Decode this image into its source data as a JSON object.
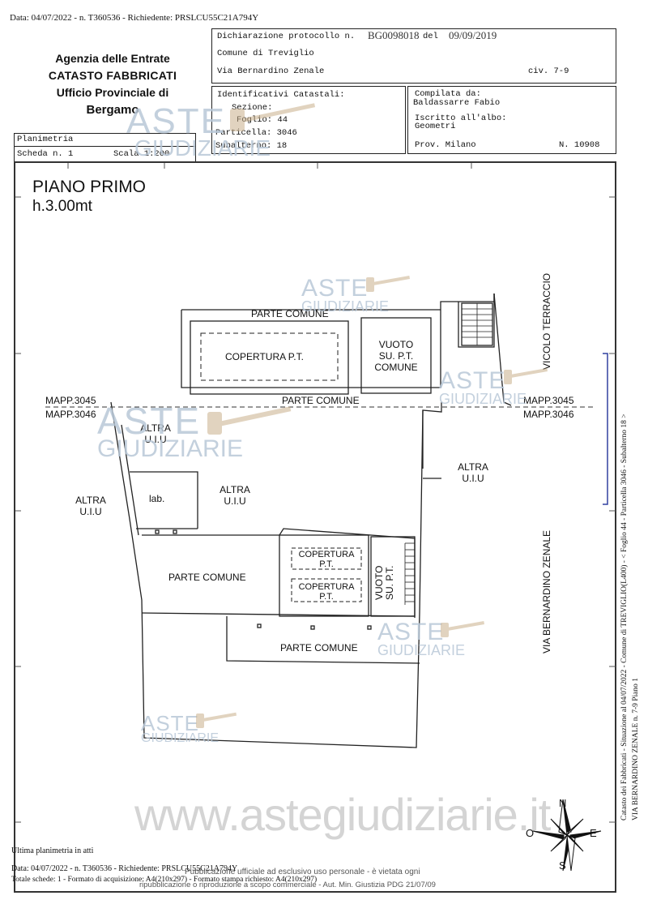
{
  "header": {
    "top_line": "Data: 04/07/2022 - n. T360536 - Richiedente: PRSLCU55C21A794Y",
    "agency": {
      "line1": "Agenzia delle Entrate",
      "line2": "CATASTO FABBRICATI",
      "line3": "Ufficio Provinciale di",
      "line4": "Bergamo"
    },
    "declaration_label": "Dichiarazione protocollo n.",
    "declaration_number": "BG0098018",
    "declaration_del": "del",
    "declaration_date": "09/09/2019",
    "comune": "Comune di Treviglio",
    "via": "Via Bernardino Zenale",
    "civico": "civ. 7-9",
    "ident_title": "Identificativi Catastali:",
    "sezione": "Sezione:",
    "foglio": "Foglio: 44",
    "particella": "Particella: 3046",
    "subalterno": "Subalterno: 18",
    "compilata_label": "Compilata da:",
    "compilata_name": "Baldassarre Fabio",
    "iscritto_label": "Iscritto all'albo:",
    "iscritto_value": "Geometri",
    "prov": "Prov. Milano",
    "numero": "N. 10908",
    "planimetria": "Planimetria",
    "scheda": "Scheda n. 1",
    "scala": "Scala 1:200"
  },
  "plan": {
    "title": "PIANO PRIMO",
    "height": "h.3.00mt",
    "labels": {
      "parte_comune_top": "PARTE COMUNE",
      "copertura_pt": "COPERTURA P.T.",
      "vuoto_comune": [
        "VUOTO",
        "SU. P.T.",
        "COMUNE"
      ],
      "vicolo": "VICOLO TERRACCIO",
      "mapp_3045": "MAPP.3045",
      "mapp_3046": "MAPP.3046",
      "parte_comune_mid": "PARTE COMUNE",
      "altra_uiu_a": [
        "ALTRA",
        "U.I.U"
      ],
      "altra_uiu_b": [
        "ALTRA",
        "U.I.U"
      ],
      "altra_uiu_c": [
        "ALTRA",
        "U.I.U"
      ],
      "altra_uiu_d": [
        "ALTRA",
        "U.I.U"
      ],
      "lab": "lab.",
      "parte_comune_left": "PARTE COMUNE",
      "copertura_1": [
        "COPERTURA",
        "P.T."
      ],
      "copertura_2": [
        "COPERTURA",
        "P.T."
      ],
      "vuoto_su_pt": [
        "VUOTO",
        "SU. P.T."
      ],
      "parte_comune_bottom": "PARTE COMUNE",
      "via_zenale": "VIA BERNARDINO ZENALE"
    }
  },
  "watermark": {
    "aste": "ASTE",
    "giudiziarie": "GIUDIZIARIE",
    "site": "www.astegiudiziarie.it"
  },
  "compass": {
    "n": "N",
    "s": "S",
    "e": "E",
    "o": "O"
  },
  "side_text": {
    "line1": "Catasto dei Fabbricati - Situazione al 04/07/2022 - Comune di TREVIGLIO(L400) - < Foglio 44 - Particella 3046 - Subalterno 18 >",
    "line2": "VIA BERNARDINO ZENALE n. 7-9 Piano 1"
  },
  "footer": {
    "ultima": "Ultima planimetria in atti",
    "data_line": "Data: 04/07/2022 - n. T360536 - Richiedente: PRSLCU55C21A794Y",
    "totale_line": "Totale schede: 1 - Formato di acquisizione: A4(210x297) - Formato stampa richiesto: A4(210x297)",
    "pub_line1": "Pubblicazione ufficiale ad esclusivo uso personale - è vietata ogni",
    "pub_line2": "ripubblicazione o riproduzione a scopo commerciale - Aut. Min. Giustizia PDG 21/07/09"
  }
}
